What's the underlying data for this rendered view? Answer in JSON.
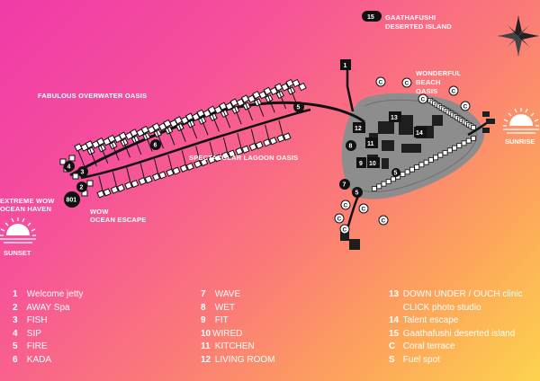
{
  "map": {
    "zones": {
      "fabulous": "FABULOUS OVERWATER OASIS",
      "spectacular": "SPECTACULAR LAGOON OASIS",
      "extreme_1": "EXTREME WOW",
      "extreme_2": "OCEAN HAVEN",
      "wow_1": "WOW",
      "wow_2": "OCEAN ESCAPE",
      "wonderful_1": "WONDERFUL",
      "wonderful_2": "BEACH",
      "wonderful_3": "OASIS",
      "gaatha_1": "GAATHAFUSHI",
      "gaatha_2": "DESERTED ISLAND",
      "sunset": "SUNSET",
      "sunrise": "SUNRISE"
    },
    "badges": {
      "gaatha_num": "15",
      "villa_801": "801"
    },
    "markers": {
      "m1": "1",
      "m2": "2",
      "m3": "3",
      "m4": "4",
      "m5": "5",
      "m6": "6",
      "m7": "7",
      "m8": "8",
      "m9": "9",
      "m10": "10",
      "m11": "11",
      "m12": "12",
      "m13": "13",
      "m14": "14",
      "m5b": "5",
      "m5c": "5",
      "c": "C"
    },
    "icons": {
      "compass": "compass-rose-icon",
      "sun": "sun-horizon-icon"
    },
    "colors": {
      "island": "#8d8d8d",
      "building": "#1e1e1e",
      "line": "#111111"
    }
  },
  "legend": {
    "col1": [
      {
        "key": "1",
        "text": "Welcome jetty"
      },
      {
        "key": "2",
        "text": "AWAY Spa"
      },
      {
        "key": "3",
        "text": "FISH"
      },
      {
        "key": "4",
        "text": "SIP"
      },
      {
        "key": "5",
        "text": "FIRE"
      },
      {
        "key": "6",
        "text": "KADA"
      }
    ],
    "col2": [
      {
        "key": "7",
        "text": "WAVE"
      },
      {
        "key": "8",
        "text": "WET"
      },
      {
        "key": "9",
        "text": "FIT"
      },
      {
        "key": "10",
        "text": "WIRED"
      },
      {
        "key": "11",
        "text": "KITCHEN"
      },
      {
        "key": "12",
        "text": "LIVING ROOM"
      }
    ],
    "col3": [
      {
        "key": "13",
        "text": "DOWN UNDER / OUCH clinic"
      },
      {
        "key": "",
        "text": "CLICK photo studio"
      },
      {
        "key": "14",
        "text": "Talent escape"
      },
      {
        "key": "15",
        "text": "Gaathafushi deserted island"
      },
      {
        "key": "C",
        "text": "Coral terrace"
      },
      {
        "key": "S",
        "text": "Fuel spot"
      }
    ]
  }
}
